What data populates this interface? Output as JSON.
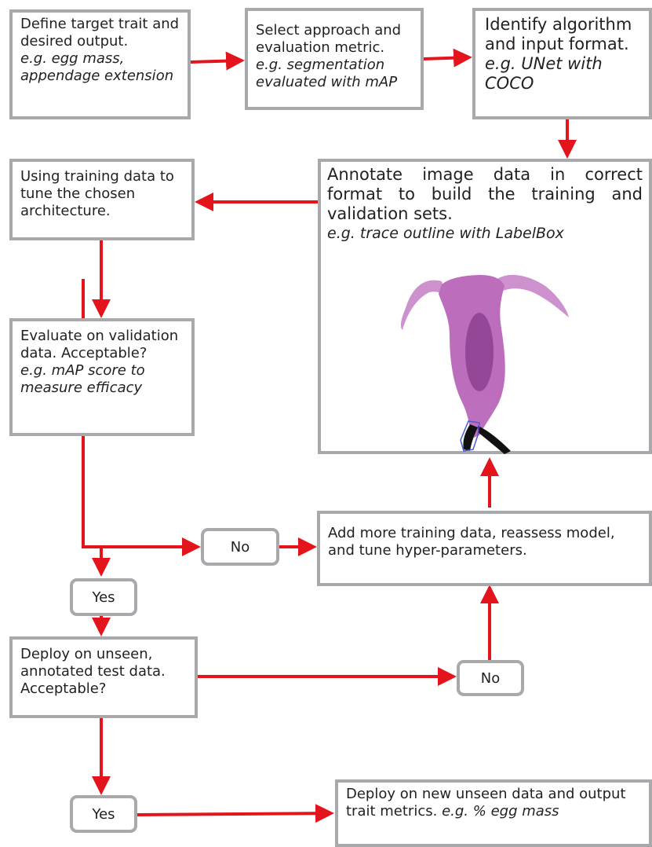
{
  "colors": {
    "arrow": "#e3141b",
    "box_border": "#a7a9ac",
    "creature": "#b55fb5"
  },
  "nodes": {
    "define": {
      "text": "Define target trait and desired output.",
      "example": "e.g. egg mass, appendage extension"
    },
    "select": {
      "text": "Select approach and evaluation metric.",
      "example": "e.g. segmentation evaluated with mAP"
    },
    "identify": {
      "text": "Identify algorithm and input format.",
      "example": "e.g. UNet with COCO"
    },
    "annotate": {
      "line1": "Annotate image data in correct",
      "line2": "format to build the training and",
      "line3": "validation sets.",
      "example": "e.g. trace outline with LabelBox"
    },
    "tune": {
      "text": "Using training data to tune the chosen architecture."
    },
    "evaluate": {
      "text": "Evaluate on validation data. Acceptable?",
      "example": "e.g. mAP score to measure efficacy"
    },
    "add_more": {
      "text": "Add more training data, reassess model, and tune hyper-parameters."
    },
    "deploy_test": {
      "text": "Deploy on unseen, annotated test data. Acceptable?"
    },
    "deploy_new": {
      "text": "Deploy on new unseen data and output trait metrics.",
      "example": "e.g. % egg mass"
    }
  },
  "decisions": {
    "no_1": "No",
    "yes_1": "Yes",
    "no_2": "No",
    "yes_2": "Yes"
  }
}
